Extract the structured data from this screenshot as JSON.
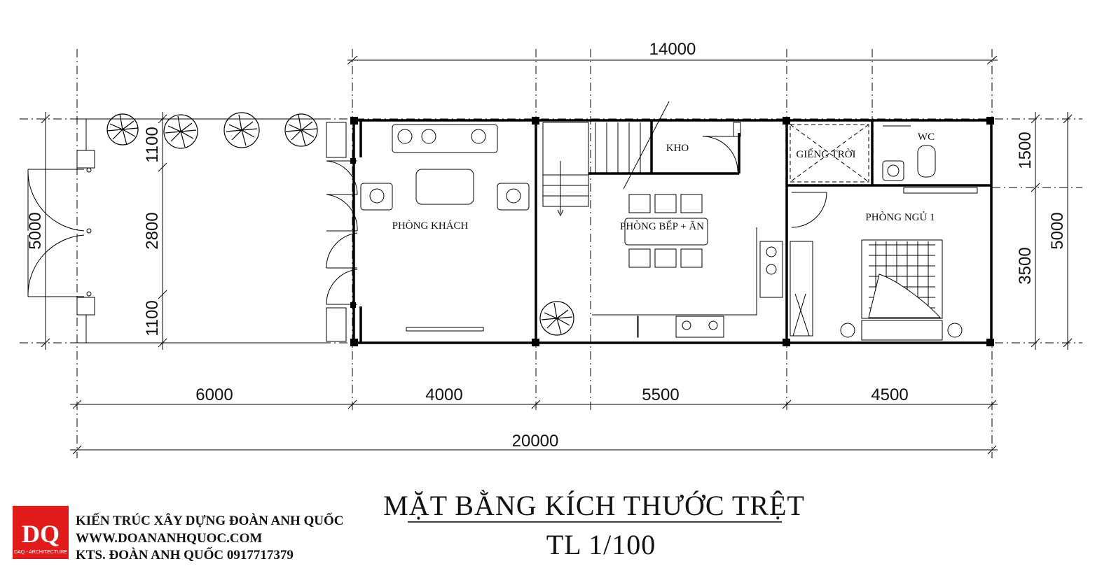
{
  "dimensions": {
    "top_total": "14000",
    "bottom_segments": [
      "6000",
      "4000",
      "5500",
      "4500"
    ],
    "bottom_total": "20000",
    "left_overall": "5000",
    "left_segments": [
      "1100",
      "2800",
      "1100"
    ],
    "right_segments": [
      "1500",
      "3500"
    ],
    "right_overall": "5000"
  },
  "rooms": {
    "living": "PHÒNG KHÁCH",
    "kitchen": "PHÒNG BẾP + ĂN",
    "storage": "KHO",
    "skylight": "GIẾNG TRỜI",
    "wc": "WC",
    "bedroom": "PHÒNG NGỦ 1"
  },
  "title": {
    "main": "MẶT BẰNG KÍCH THƯỚC TRỆT",
    "scale": "TL 1/100"
  },
  "company": {
    "name": "KIẾN TRÚC XÂY DỰNG ĐOÀN ANH QUỐC",
    "website": "WWW.DOANANHQUOC.COM",
    "architect": "KTS. ĐOÀN ANH QUỐC 0917717379",
    "logo_caption": "DAQ - ARCHITECTURE"
  },
  "colors": {
    "logo_red": "#e11a1a",
    "line": "#000000"
  }
}
